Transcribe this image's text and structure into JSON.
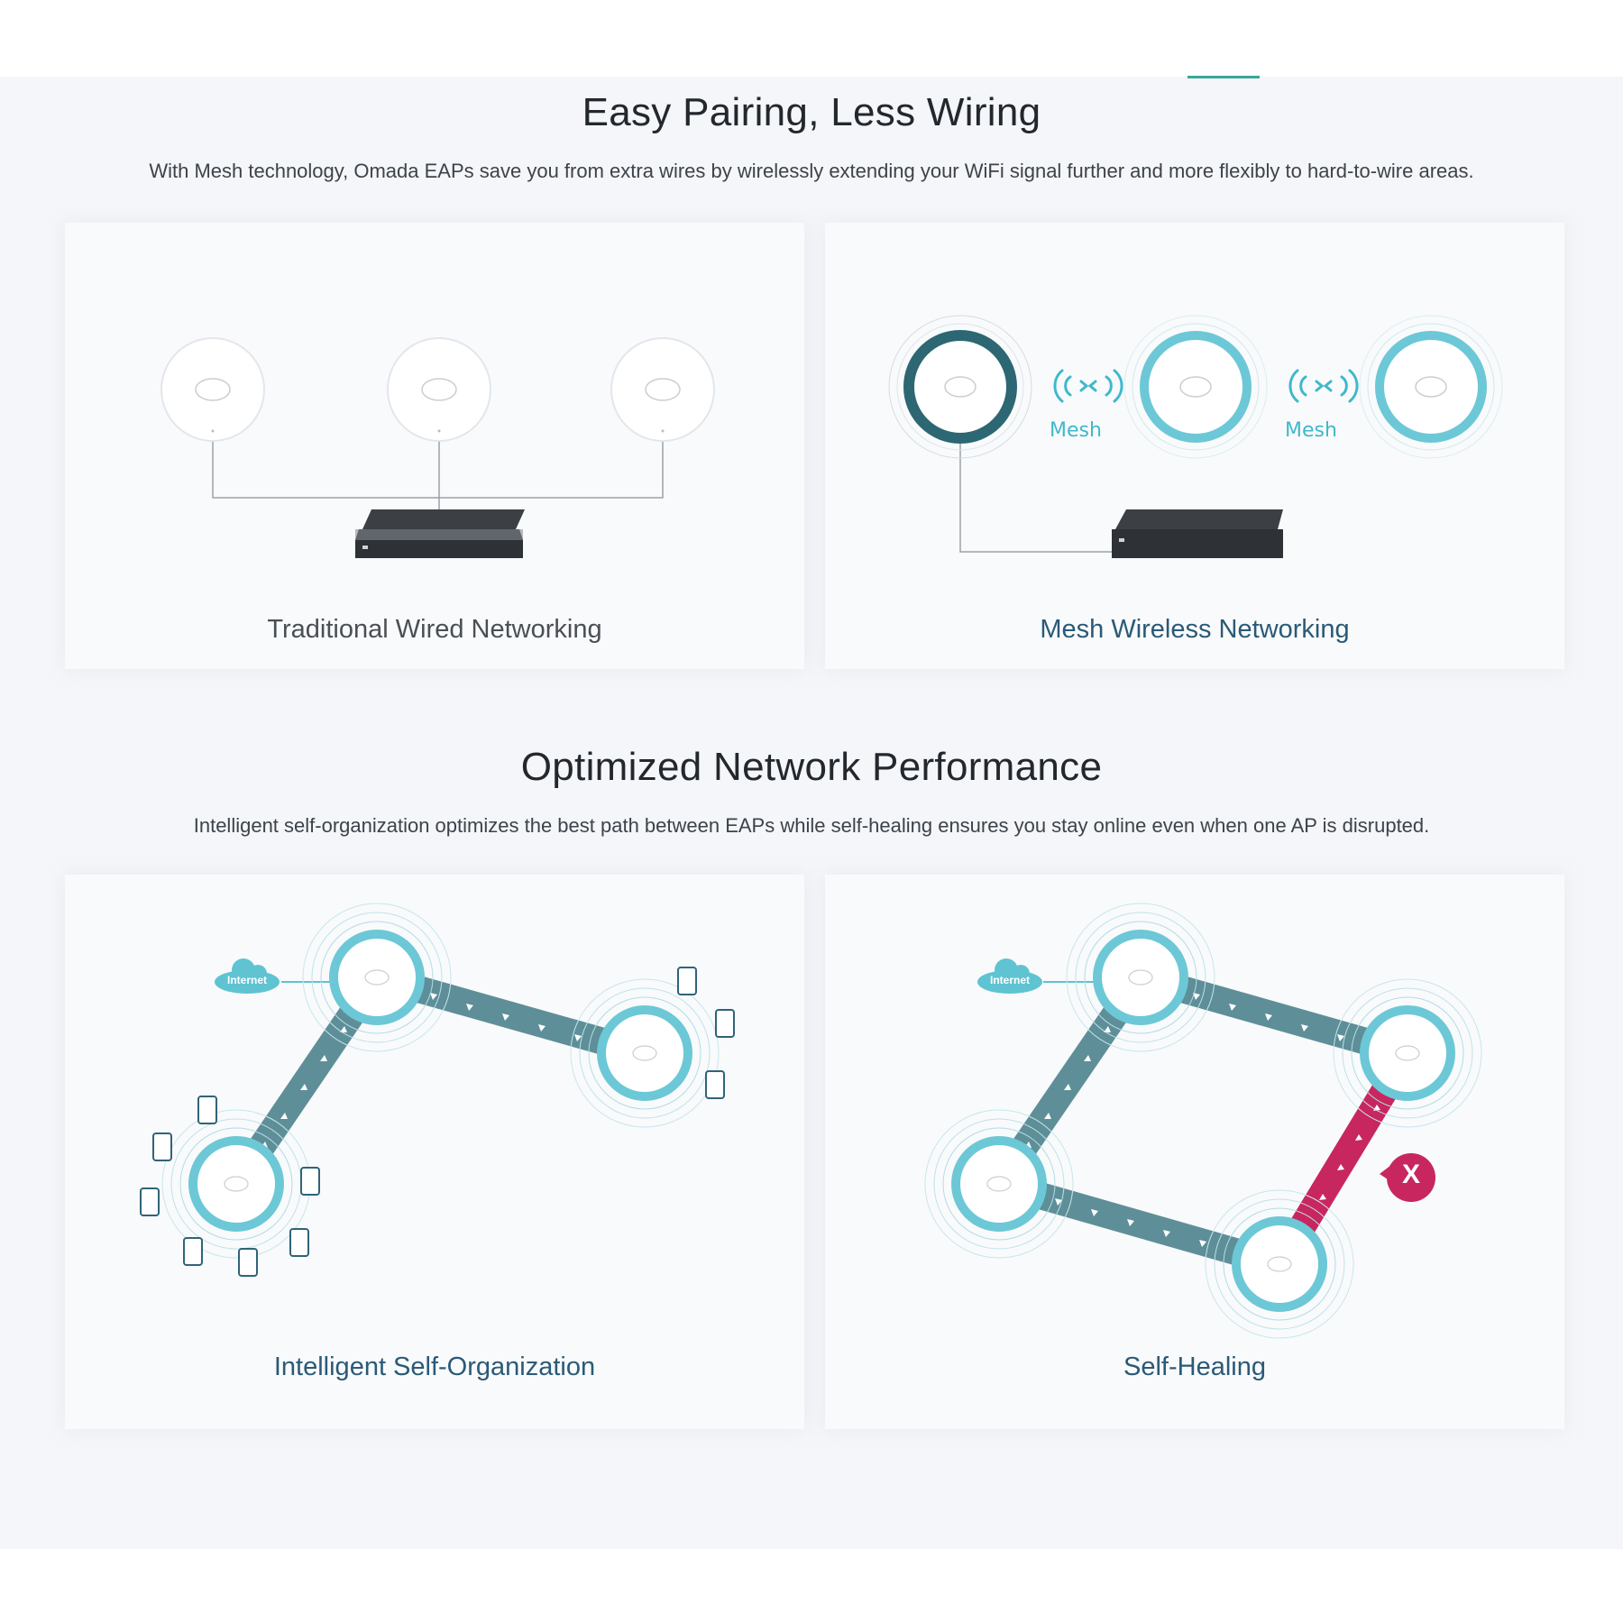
{
  "section1": {
    "title": "Easy Pairing, Less Wiring",
    "description": "With Mesh technology, Omada EAPs save you from extra wires by wirelessly extending your WiFi signal further and more flexibly to hard-to-wire areas.",
    "panels": [
      {
        "caption": "Traditional Wired Networking"
      },
      {
        "caption": "Mesh Wireless Networking",
        "mesh_labels": [
          "Mesh",
          "Mesh"
        ]
      }
    ]
  },
  "section2": {
    "title": "Optimized Network Performance",
    "description": "Intelligent self-organization optimizes the best path between EAPs while self-healing ensures you stay online even when one AP is disrupted.",
    "panels": [
      {
        "caption": "Intelligent Self-Organization",
        "cloud_label": "Internet"
      },
      {
        "caption": "Self-Healing",
        "cloud_label": "Internet",
        "failure_mark": "X"
      }
    ]
  },
  "colors": {
    "accent": "#3aa59a",
    "mesh_cyan": "#5fc3d2",
    "link_teal": "#5e8f98",
    "failure_magenta": "#c8265f",
    "caption_blue": "#2a5a77"
  }
}
